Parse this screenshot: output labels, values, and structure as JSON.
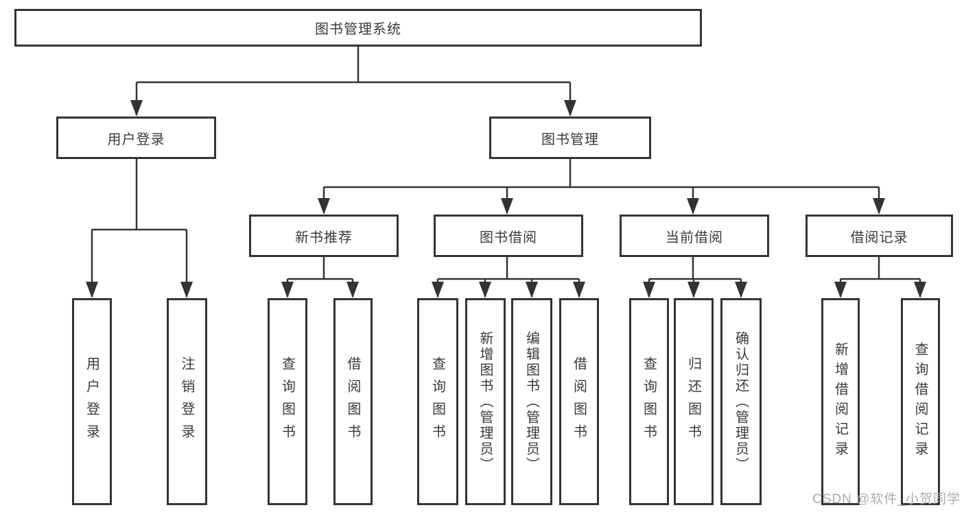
{
  "colors": {
    "background": "#ffffff",
    "line": "#333333",
    "box_border": "#333333",
    "text": "#3a3a3a",
    "watermark": "#ababab"
  },
  "tree": {
    "root": {
      "label": "图书管理系统"
    },
    "branches": [
      {
        "label": "用户登录",
        "children": [
          {
            "label": "用户登录"
          },
          {
            "label": "注销登录"
          }
        ]
      },
      {
        "label": "图书管理",
        "children": [
          {
            "label": "新书推荐",
            "children": [
              {
                "label": "查询图书"
              },
              {
                "label": "借阅图书"
              }
            ]
          },
          {
            "label": "图书借阅",
            "children": [
              {
                "label": "查询图书"
              },
              {
                "label": "新增图书（管理员）"
              },
              {
                "label": "编辑图书（管理员）"
              },
              {
                "label": "借阅图书"
              }
            ]
          },
          {
            "label": "当前借阅",
            "children": [
              {
                "label": "查询图书"
              },
              {
                "label": "归还图书"
              },
              {
                "label": "确认归还（管理员）"
              }
            ]
          },
          {
            "label": "借阅记录",
            "children": [
              {
                "label": "新增借阅记录"
              },
              {
                "label": "查询借阅记录"
              }
            ]
          }
        ]
      }
    ]
  },
  "watermark": {
    "text": "CSDN @软件_小贺同学"
  }
}
